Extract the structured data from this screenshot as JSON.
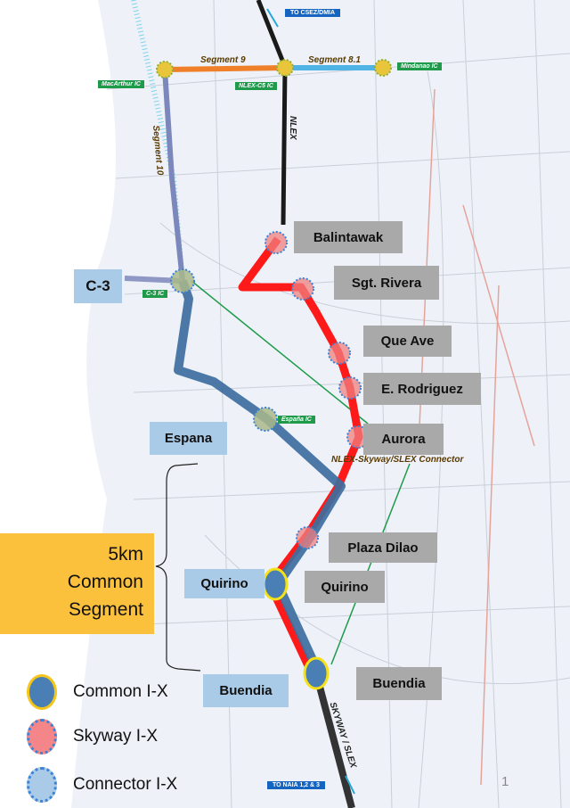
{
  "map": {
    "direction_signs": {
      "north": "TO CSEZ/DMIA",
      "south": "TO NAIA 1,2 & 3"
    },
    "segments": {
      "segment_9": "Segment 9",
      "segment_8_1": "Segment 8.1",
      "segment_10": "Segment 10",
      "nlex": "NLEX",
      "skyway_slex": "SKYWAY / SLEX",
      "connector": "NLEX-Skyway/SLEX Connector"
    },
    "interchange_tags": {
      "macarthur": "MacArthur IC",
      "nlex_c5": "NLEX-C5 IC",
      "mindanao": "Mindanao IC",
      "c3": "C-3 IC",
      "espana": "España IC"
    },
    "skyway_ix": [
      "Balintawak",
      "Sgt. Rivera",
      "Que Ave",
      "E. Rodriguez",
      "Aurora",
      "Plaza Dilao"
    ],
    "connector_ix": [
      "C-3",
      "Espana"
    ],
    "common_ix": {
      "quirino_connector": "Quirino",
      "quirino_skyway": "Quirino",
      "buendia_connector": "Buendia",
      "buendia_skyway": "Buendia"
    },
    "common_segment_label": [
      "5km",
      "Common",
      "Segment"
    ]
  },
  "legend": [
    {
      "label": "Common I-X",
      "color": "#4a7fb5",
      "border": "#f5c518"
    },
    {
      "label": "Skyway I-X",
      "color": "#f08080",
      "border": "#3b82d6"
    },
    {
      "label": "Connector I-X",
      "color": "#a9cbe8",
      "border": "#3b82d6"
    }
  ],
  "colors": {
    "skyway": "#ff1a1a",
    "connector": "#3d6e9e",
    "segment_9": "#f07f2a",
    "segment_8_1": "#4fb3e6",
    "nlex": "#1a1a1a"
  },
  "page_number": "1"
}
